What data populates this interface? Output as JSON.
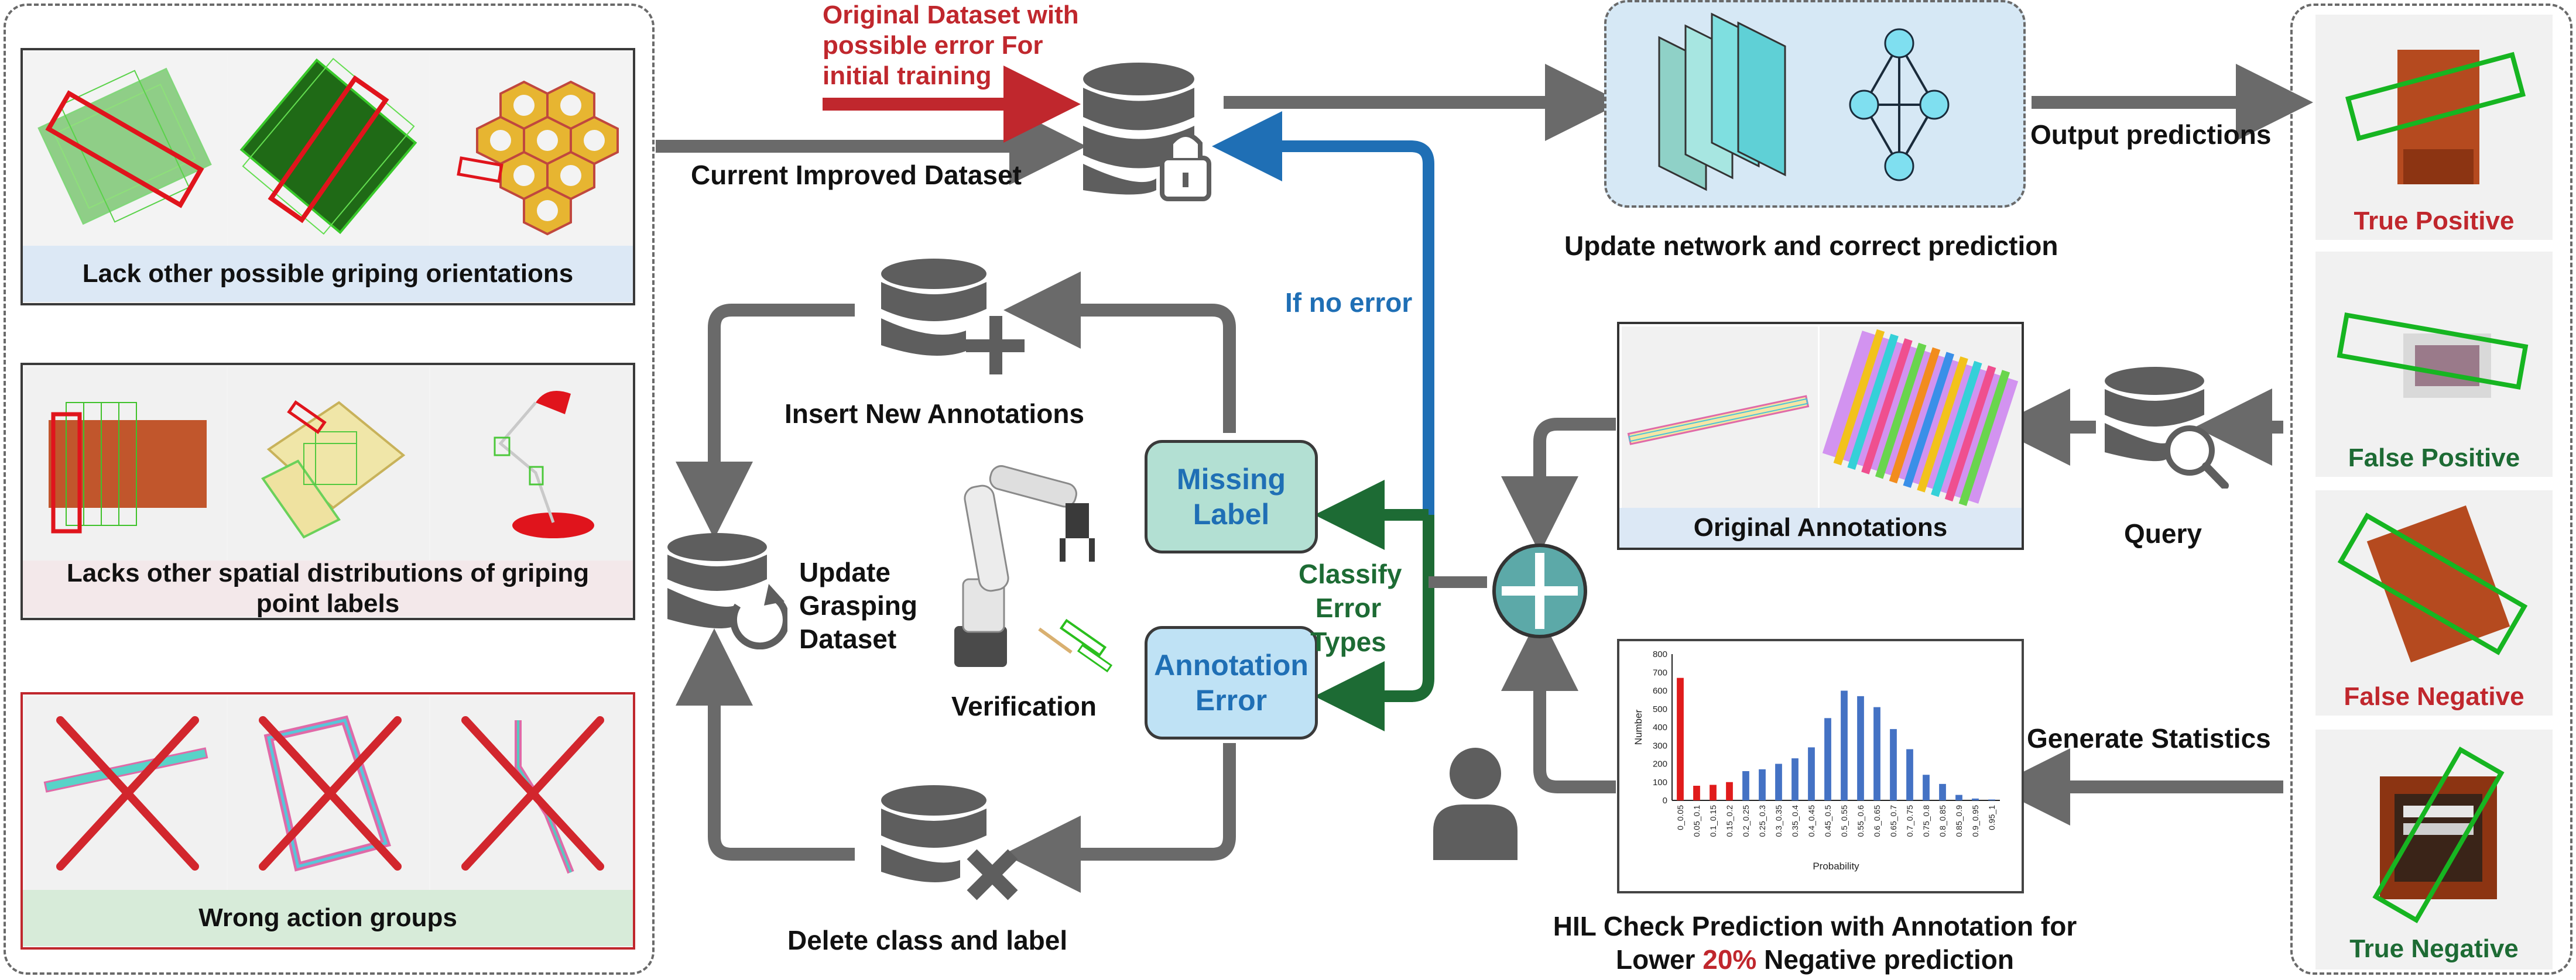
{
  "left_panels": {
    "p1_caption": "Lack other possible griping orientations",
    "p2_caption": "Lacks other spatial distributions of griping point labels",
    "p3_caption": "Wrong action groups"
  },
  "top_flow": {
    "original_dataset": "Original Dataset with possible error For initial training",
    "current_dataset": "Current Improved Dataset",
    "update_network": "Update network and correct prediction",
    "output_predictions": "Output predictions",
    "if_no_error": "If no error"
  },
  "loop": {
    "insert": "Insert New Annotations",
    "update_dataset": "Update Grasping Dataset",
    "verification": "Verification",
    "delete": "Delete class and label",
    "missing_label": "Missing Label",
    "annotation_error": "Annotation Error",
    "classify": "Classify Error Types"
  },
  "right_side": {
    "original_annotations": "Original Annotations",
    "query": "Query",
    "generate_statistics": "Generate Statistics",
    "hil_line1": "HIL Check Prediction with Annotation for",
    "hil_lower": "Lower",
    "hil_percent": "20%",
    "hil_rest": "Negative prediction"
  },
  "predictions": [
    {
      "label": "True Positive",
      "color": "#c0272d"
    },
    {
      "label": "False Positive",
      "color": "#1d6b34"
    },
    {
      "label": "False Negative",
      "color": "#c0272d"
    },
    {
      "label": "True Negative",
      "color": "#1d6b34"
    }
  ],
  "colors": {
    "gray_arrow": "#6a6a6a",
    "red_arrow": "#c0272d",
    "blue_arrow": "#1f6fb5",
    "green_arrow": "#1d6b34",
    "missing_fill": "#b3e0d3",
    "error_fill": "#bfe2f5",
    "network_fill": "#d6e8f5"
  },
  "chart_data": {
    "type": "bar",
    "categories": [
      "0_0.05",
      "0.05_0.1",
      "0.1_0.15",
      "0.15_0.2",
      "0.2_0.25",
      "0.25_0.3",
      "0.3_0.35",
      "0.35_0.4",
      "0.4_0.45",
      "0.45_0.5",
      "0.5_0.55",
      "0.55_0.6",
      "0.6_0.65",
      "0.65_0.7",
      "0.7_0.75",
      "0.75_0.8",
      "0.8_0.85",
      "0.85_0.9",
      "0.9_0.95",
      "0.95_1"
    ],
    "values": [
      670,
      80,
      85,
      100,
      160,
      170,
      200,
      230,
      290,
      450,
      600,
      570,
      510,
      390,
      280,
      140,
      90,
      30,
      10,
      5
    ],
    "bar_colors": [
      "#e01b1b",
      "#e01b1b",
      "#e01b1b",
      "#e01b1b",
      "#4472c4",
      "#4472c4",
      "#4472c4",
      "#4472c4",
      "#4472c4",
      "#4472c4",
      "#4472c4",
      "#4472c4",
      "#4472c4",
      "#4472c4",
      "#4472c4",
      "#4472c4",
      "#4472c4",
      "#4472c4",
      "#4472c4",
      "#4472c4"
    ],
    "xlabel": "Probability",
    "ylabel": "Number",
    "yticks": [
      "0",
      "100",
      "200",
      "300",
      "400",
      "500",
      "600",
      "700",
      "800"
    ],
    "ylim": [
      0,
      800
    ]
  }
}
